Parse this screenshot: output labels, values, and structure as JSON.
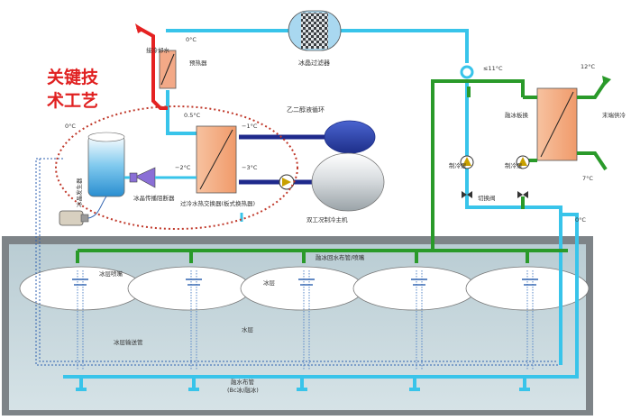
{
  "title_red": [
    "关键技",
    "术工艺"
  ],
  "colors": {
    "cyan_pipe": "#38c4ea",
    "green_pipe": "#2a9a2a",
    "navy_pipe": "#1f2a8c",
    "red_pipe": "#e52222",
    "tank_water": "#c7d8de",
    "tank_wall": "#7e8488",
    "heat_ex": "#f5b28a",
    "dotted_circle": "#c0392b"
  },
  "labels": {
    "precool_water": "接冷却水",
    "preheater": "预热器",
    "ice_filter": "冰晶过滤器",
    "glycol_loop": "乙二醇液循环",
    "ice_generator": "冰晶发生器",
    "ice_transfer_breaker": "冰晶传播阻断器",
    "supercool_hx": "过冷水热交换器(板式换热器)",
    "dual_chiller": "双工况制冷主机",
    "melt_pump": "融冰板换",
    "pump_a": "制冷泵",
    "pump_b": "制冷泵",
    "switch_valve": "切换阀",
    "ac_supply": "末端供冷",
    "melt_water_header": "融冰回水布管/喷嘴",
    "ice_nozzle": "冰层喷嘴",
    "ice_layer": "冰层",
    "ice_outlet_pipe": "冰层输送管",
    "water_layer": "水层",
    "water_header_title": "融水布管",
    "water_header_sub": "(Bc冰/融冰)"
  },
  "temps": {
    "t0_top": "0°C",
    "t05": "0.5°C",
    "t_minus1": "−1°C",
    "t_minus2": "−2°C",
    "t_minus3": "−3°C",
    "t0_left": "0°C",
    "t11": "≤11°C",
    "t12": "12°C",
    "t7": "7°C",
    "t0_right": "0°C"
  }
}
